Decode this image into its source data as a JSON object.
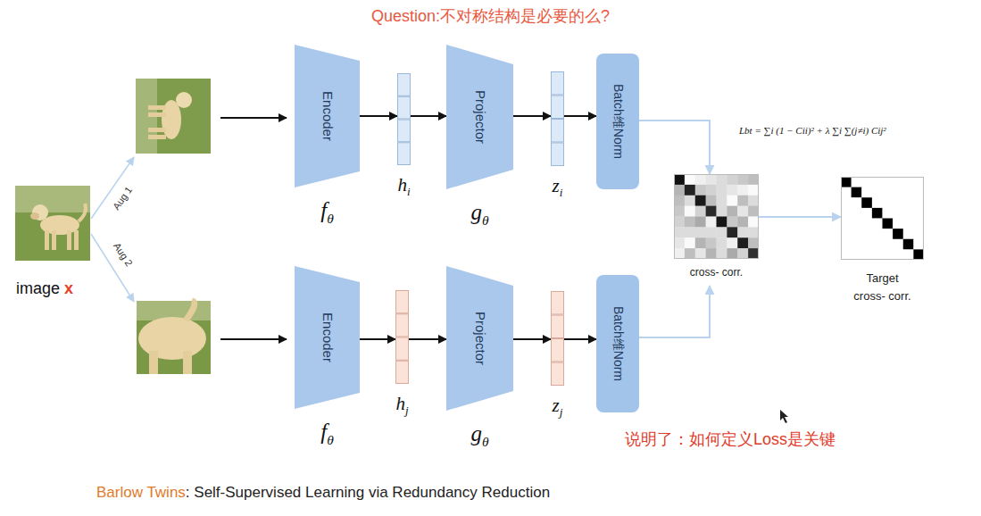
{
  "diagram": {
    "title": "Question:不对称结构是必要的么?",
    "caption": "Barlow Twins: Self-Supervised Learning via Redundancy Reduction",
    "nodes": [
      {
        "text": [
          "Encoder",
          "fθ"
        ]
      },
      {
        "text": [
          "hi"
        ]
      },
      {
        "text": [
          "Projector",
          "gθ"
        ]
      },
      {
        "text": [
          "zi"
        ]
      },
      {
        "text": [
          "Batch维Norm"
        ]
      },
      {
        "text": [
          "Encoder",
          "fθ"
        ]
      },
      {
        "text": [
          "hj"
        ]
      },
      {
        "text": [
          "Projector",
          "gθ"
        ]
      },
      {
        "text": [
          "zj"
        ]
      },
      {
        "text": [
          "Batch维Norm"
        ]
      },
      {
        "text": [
          "cross- corr."
        ]
      },
      {
        "text": [
          "Target",
          "cross- corr."
        ]
      }
    ],
    "edges": [
      {
        "from": 0,
        "to": 1,
        "arrow": "to"
      },
      {
        "from": 1,
        "to": 2,
        "arrow": "to"
      },
      {
        "from": 2,
        "to": 3,
        "arrow": "to"
      },
      {
        "from": 3,
        "to": 4,
        "arrow": "to"
      },
      {
        "from": 4,
        "to": 10,
        "arrow": "to"
      },
      {
        "from": 5,
        "to": 6,
        "arrow": "to"
      },
      {
        "from": 6,
        "to": 7,
        "arrow": "to"
      },
      {
        "from": 7,
        "to": 8,
        "arrow": "to"
      },
      {
        "from": 8,
        "to": 9,
        "arrow": "to"
      },
      {
        "from": 9,
        "to": 10,
        "arrow": "to"
      },
      {
        "from": 10,
        "to": 11,
        "arrow": "to"
      }
    ],
    "labels": [
      "image",
      "x",
      "Aug 1",
      "Aug 2",
      "Lbt = ∑i (1 − Cii)² + λ ∑i ∑(j≠i) Cij²",
      "说明了：如何定义Loss是关键"
    ]
  }
}
